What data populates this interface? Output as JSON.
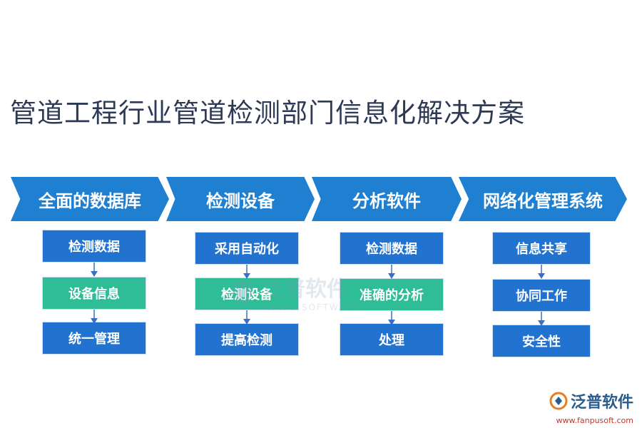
{
  "title": "管道工程行业管道检测部门信息化解决方案",
  "categories": [
    {
      "label": "全面的数据库",
      "steps": [
        {
          "text": "检测数据",
          "color": "blue"
        },
        {
          "text": "设备信息",
          "color": "green"
        },
        {
          "text": "统一管理",
          "color": "blue"
        }
      ]
    },
    {
      "label": "检测设备",
      "steps": [
        {
          "text": "采用自动化",
          "color": "blue"
        },
        {
          "text": "检测设备",
          "color": "green"
        },
        {
          "text": "提高检测",
          "color": "blue"
        }
      ]
    },
    {
      "label": "分析软件",
      "steps": [
        {
          "text": "检测数据",
          "color": "blue"
        },
        {
          "text": "准确的分析",
          "color": "green"
        },
        {
          "text": "处理",
          "color": "blue"
        }
      ]
    },
    {
      "label": "网络化管理系统",
      "steps": [
        {
          "text": "信息共享",
          "color": "blue"
        },
        {
          "text": "协同工作",
          "color": "blue"
        },
        {
          "text": "安全性",
          "color": "blue"
        }
      ]
    }
  ],
  "watermark": {
    "text": "泛普软件",
    "sub": "FANPU SOFTWARE"
  },
  "logo": {
    "text": "泛普软件",
    "url": "www.fanpusoft.com"
  },
  "colors": {
    "chevron": "#1f7fd1",
    "box_blue": "#2272cf",
    "box_green": "#2ebd96",
    "arrow": "#3a6fc4"
  }
}
